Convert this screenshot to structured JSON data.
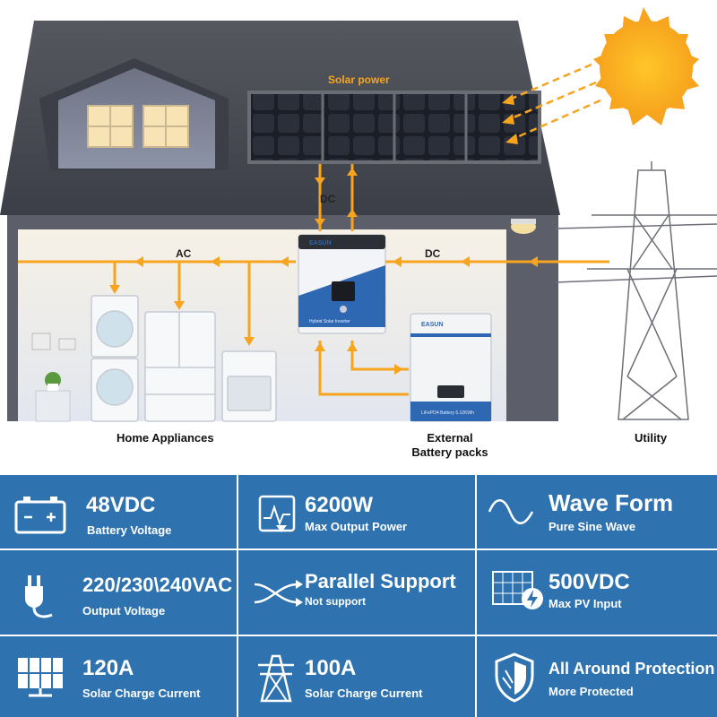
{
  "diagram": {
    "solar_label": "Solar power",
    "dc_top_label": "DC",
    "ac_label": "AC",
    "dc_right_label": "DC",
    "inverter_brand": "EASUN",
    "inverter_caption": "Hybrid Solar Inverter",
    "battery_brand": "EASUN",
    "battery_caption": "LiFePO4 Battery 5.12KWh",
    "home_label": "Home Appliances",
    "battery_label_line1": "External",
    "battery_label_line2": "Battery packs",
    "utility_label": "Utility"
  },
  "colors": {
    "accent_orange": "#f7a51e",
    "panel_blue": "#2e73b0",
    "roof": "#4a4d57",
    "wall": "#5c5f69"
  },
  "specs": [
    {
      "value": "48VDC",
      "label": "Battery Voltage",
      "icon": "battery-icon"
    },
    {
      "value": "6200W",
      "label": "Max Output Power",
      "icon": "power-meter-icon"
    },
    {
      "value": "Wave Form",
      "label": "Pure Sine Wave",
      "icon": "sine-wave-icon"
    },
    {
      "value": "220/230\\240VAC",
      "label": "Output Voltage",
      "icon": "plug-icon"
    },
    {
      "value": "Parallel Support",
      "label": "Not support",
      "icon": "parallel-arrows-icon"
    },
    {
      "value": "500VDC",
      "label": "Max PV Input",
      "icon": "solar-panel-bolt-icon"
    },
    {
      "value": "120A",
      "label": "Solar Charge Current",
      "icon": "solar-panel-icon"
    },
    {
      "value": "100A",
      "label": "Solar Charge Current",
      "icon": "power-tower-icon"
    },
    {
      "value": "All Around Protection",
      "label": "More Protected",
      "icon": "shield-icon"
    }
  ]
}
